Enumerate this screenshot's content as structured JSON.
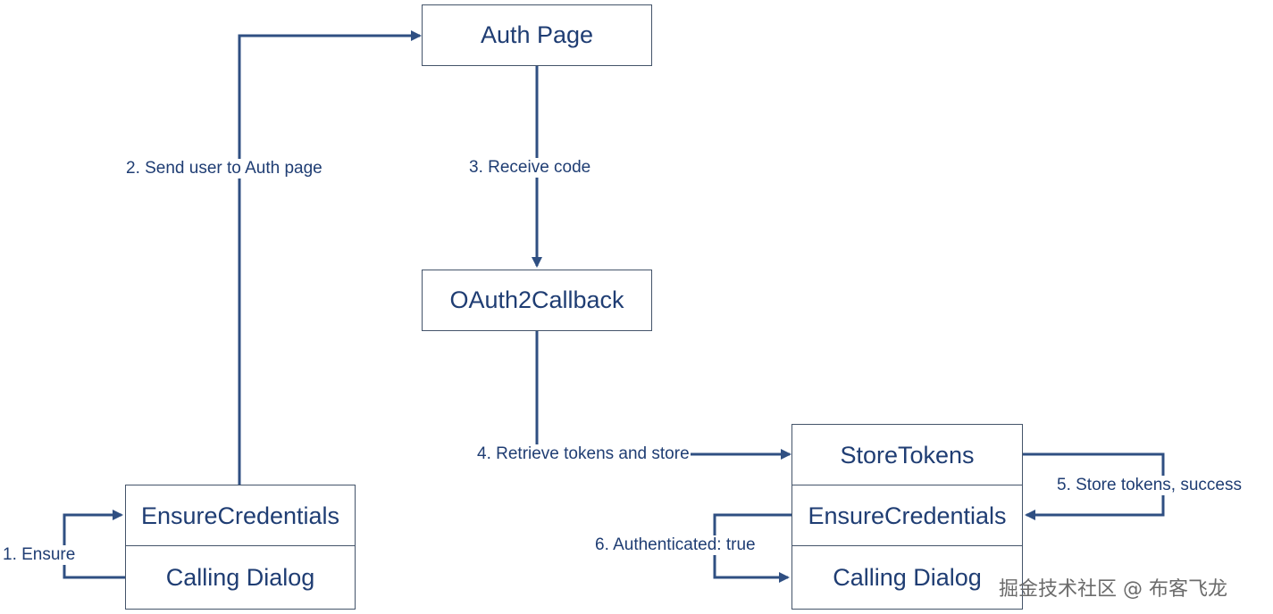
{
  "nodes": {
    "auth_page": "Auth Page",
    "oauth2_callback": "OAuth2Callback",
    "left_ensure": "EnsureCredentials",
    "left_calling": "Calling Dialog",
    "store_tokens": "StoreTokens",
    "right_ensure": "EnsureCredentials",
    "right_calling": "Calling Dialog"
  },
  "edges": {
    "ensure": "1. Ensure",
    "send_user": "2. Send user to Auth page",
    "receive_code": "3. Receive code",
    "retrieve_tokens": "4. Retrieve tokens and store",
    "store_success": "5. Store tokens, success",
    "authenticated": "6. Authenticated: true"
  },
  "watermark": "掘金技术社区 @ 布客飞龙",
  "colors": {
    "line": "#2f4f82",
    "text": "#1f3d73",
    "border": "#44546a"
  }
}
